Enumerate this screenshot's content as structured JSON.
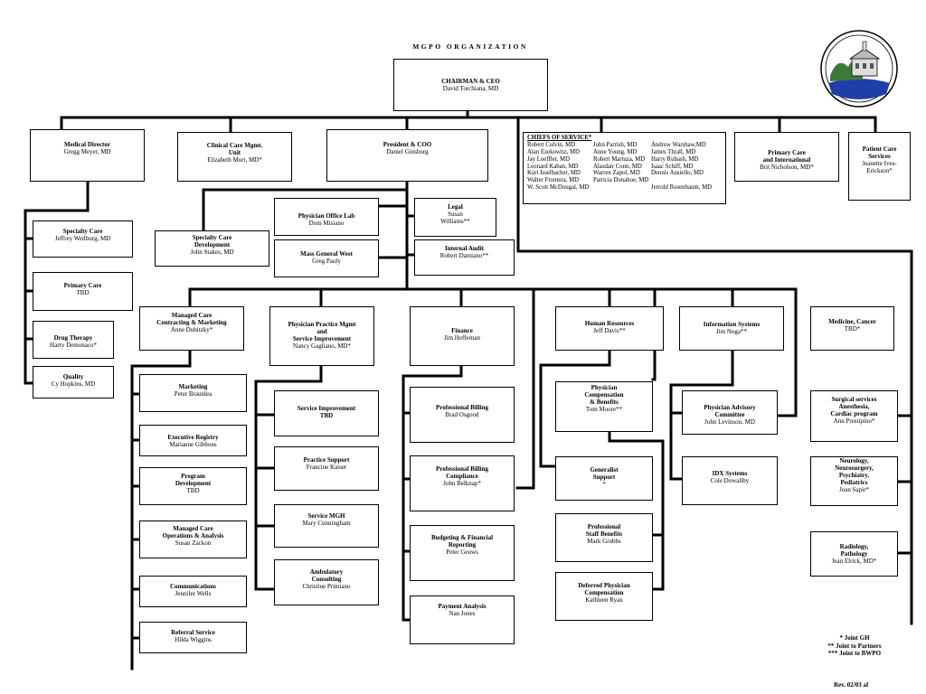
{
  "title": "MGPO ORGANIZATION",
  "chairman": {
    "title": "CHAIRMAN & CEO",
    "name": "David Torchiana, MD"
  },
  "top": {
    "medical_director": {
      "title": "Medical Director",
      "name": "Gregg Meyer, MD"
    },
    "clinical_care": {
      "title": "Clinical Care Mgmt.\nUnit",
      "name": "Elizabeth Mort, MD*"
    },
    "president": {
      "title": "President & COO",
      "name": "Daniel Ginsburg"
    },
    "primary_intl": {
      "title": "Primary Care\nand International",
      "name": "Brit Nicholson, MD*"
    },
    "patient_care": {
      "title": "Patient Care\nServices",
      "name": "Jeanette Ives-\nErickson*"
    }
  },
  "chiefs": {
    "heading": "CHIEFS OF SERVICE*",
    "rows": [
      [
        "Robert Colvin, MD",
        "John Parrish, MD",
        "Andrew Warshaw,MD"
      ],
      [
        "Alan Ezekowitz, MD",
        "Anne Young, MD",
        "James Thrall, MD"
      ],
      [
        "Jay Loeffler, MD",
        "Robert Martuza, MD",
        "Harry Rubash, MD"
      ],
      [
        "Leonard Kaban, MD",
        "Alasdair Conn, MD",
        "Isaac Schiff, MD"
      ],
      [
        "Kurt Isselbacher, MD",
        "Warren Zapol, MD",
        "Dennis Ausiello, MD"
      ],
      [
        "Walter Frontera, MD",
        "Patricia Donahoe, MD",
        ""
      ],
      [
        "W. Scott McDougal, MD",
        "",
        "Jerrold Rosenbaum, MD"
      ]
    ]
  },
  "medical_dir_units": {
    "specialty_care": {
      "title": "Specialty Care",
      "name": "Jeffrey Weilburg, MD"
    },
    "primary_care": {
      "title": "Primary Care",
      "name": "TBD"
    },
    "drug_therapy": {
      "title": "Drug Therapy",
      "name": "Harry Demonaco*"
    },
    "quality": {
      "title": "Quality",
      "name": "Cy Hopkins, MD"
    }
  },
  "president_units": {
    "specialty_dev": {
      "title": "Specialty Care\nDevelopment",
      "name": "John Stakes, MD"
    },
    "physician_office_lab": {
      "title": "Physician Office Lab",
      "name": "Dom Misiano"
    },
    "mass_general_west": {
      "title": "Mass General West",
      "name": "Greg Pauly"
    },
    "legal": {
      "title": "Legal",
      "name": "Susan\nWilliams**"
    },
    "internal_audit": {
      "title": "Internal Audit",
      "name": "Robert Damiano**"
    }
  },
  "departments": {
    "managed_care": {
      "title": "Managed Care\nContracting & Marketing",
      "name": "Anne Dubitzky*"
    },
    "ppm": {
      "title": "Physician Practice Mgmt\nand\nService Improvement",
      "name": "Nancy Gagliano, MD*"
    },
    "finance": {
      "title": "Finance",
      "name": "Jim Heffernan"
    },
    "hr": {
      "title": "Human Resources",
      "name": "Jeff Davis**"
    },
    "is": {
      "title": "Information Systems",
      "name": "Jim Noga**"
    },
    "medicine_cancer": {
      "title": "Medicine, Cancer",
      "name": "TBD*"
    }
  },
  "managed_care_units": [
    {
      "title": "Marketing",
      "name": "Peter Braunlea"
    },
    {
      "title": "Executive Registry",
      "name": "Marianne Gibbons"
    },
    {
      "title": "Program\nDevelopment",
      "name": "TBD"
    },
    {
      "title": "Managed Care\nOperations & Analysis",
      "name": "Susan Zackon"
    },
    {
      "title": "Communications",
      "name": "Jennifer Wells"
    },
    {
      "title": "Referral Service",
      "name": "Hilda Wiggins"
    }
  ],
  "ppm_units": [
    {
      "title": "Service Improvement\nTBD",
      "name": ""
    },
    {
      "title": "Practice Support",
      "name": "Francine Kaiser"
    },
    {
      "title": "Service MGH",
      "name": "Mary Cunningham"
    },
    {
      "title": "Ambulatory\nConsulting",
      "name": "Christine Primiano"
    }
  ],
  "finance_units": [
    {
      "title": "Professional Billing",
      "name": "Brad Osgood"
    },
    {
      "title": "Professional Billing\nCompliance",
      "name": "John Belknap*"
    },
    {
      "title": "Budgeting & Financial\nReporting",
      "name": "Peter Geuws"
    },
    {
      "title": "Payment  Analysis",
      "name": "Nan Jones"
    }
  ],
  "hr_units": [
    {
      "title": "Physician\nCompensation\n& Benefits",
      "name": "Tom Moore**"
    },
    {
      "title": "Generalist\nSupport",
      "name": "*"
    },
    {
      "title": "Professional\nStaff Benefits",
      "name": "Mark Grubbs"
    },
    {
      "title": "Deferred Physician\nCompensation",
      "name": "Kathleen Ryan"
    }
  ],
  "is_units": [
    {
      "title": "Physician Advisory\nCommittee",
      "name": "John Levinson, MD"
    },
    {
      "title": "IDX Systems",
      "name": "Cole Dowaliby"
    }
  ],
  "service_lines": [
    {
      "title": "Surgical services\nAnesthesia,\nCardiac program",
      "name": "Ann Prestipino*"
    },
    {
      "title": "Neurology,\nNeurosurgery,\nPsychiatry,\nPediatrics",
      "name": "Joan Sapir*"
    },
    {
      "title": "Radiology,\nPathology",
      "name": "Jean Elrick, MD*"
    }
  ],
  "notes": [
    "* Joint  GH",
    "** Joint to Partners",
    "*** Joint to BWPO"
  ],
  "revision": "Rev. 02/03 af",
  "colors": {
    "line": "#000000",
    "background": "#ffffff",
    "logo_water": "#1f3ea8",
    "logo_tree": "#3d7a3a"
  }
}
